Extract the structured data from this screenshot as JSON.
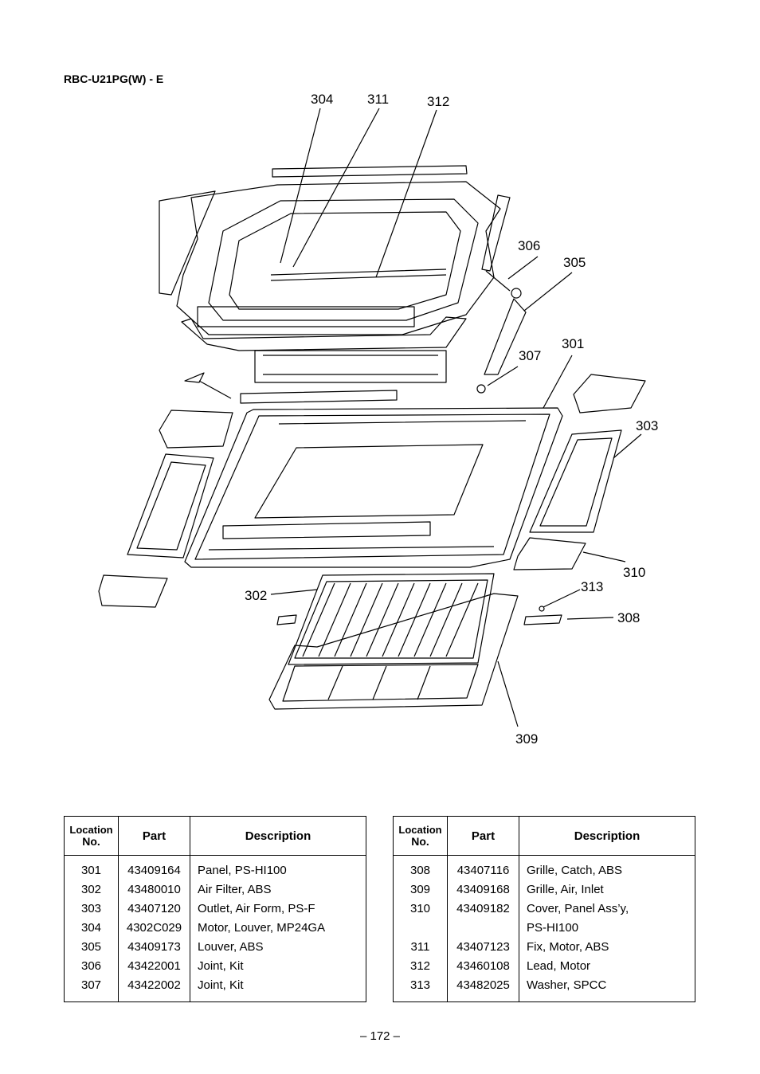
{
  "model": "RBC-U21PG(W) - E",
  "callouts": {
    "c304": "304",
    "c311": "311",
    "c312": "312",
    "c306": "306",
    "c305": "305",
    "c301": "301",
    "c307": "307",
    "c303": "303",
    "c310": "310",
    "c313": "313",
    "c302": "302",
    "c308": "308",
    "c309": "309"
  },
  "table_headers": {
    "location": "Location",
    "no": "No.",
    "part": "Part",
    "description": "Description"
  },
  "table_left": [
    {
      "loc": "301",
      "part": "43409164",
      "desc": "Panel, PS-HI100"
    },
    {
      "loc": "302",
      "part": "43480010",
      "desc": "Air Filter, ABS"
    },
    {
      "loc": "303",
      "part": "43407120",
      "desc": "Outlet, Air Form, PS-F"
    },
    {
      "loc": "304",
      "part": "4302C029",
      "desc": "Motor, Louver, MP24GA"
    },
    {
      "loc": "305",
      "part": "43409173",
      "desc": "Louver, ABS"
    },
    {
      "loc": "306",
      "part": "43422001",
      "desc": "Joint, Kit"
    },
    {
      "loc": "307",
      "part": "43422002",
      "desc": "Joint, Kit"
    }
  ],
  "table_right": [
    {
      "loc": "308",
      "part": "43407116",
      "desc": "Grille, Catch, ABS"
    },
    {
      "loc": "309",
      "part": "43409168",
      "desc": "Grille, Air, Inlet"
    },
    {
      "loc": "310",
      "part": "43409182",
      "desc": "Cover, Panel Ass’y,",
      "desc2": "PS-HI100"
    },
    {
      "loc": "311",
      "part": "43407123",
      "desc": "Fix, Motor, ABS"
    },
    {
      "loc": "312",
      "part": "43460108",
      "desc": "Lead, Motor"
    },
    {
      "loc": "313",
      "part": "43482025",
      "desc": "Washer, SPCC"
    }
  ],
  "page_number": "– 172 –"
}
